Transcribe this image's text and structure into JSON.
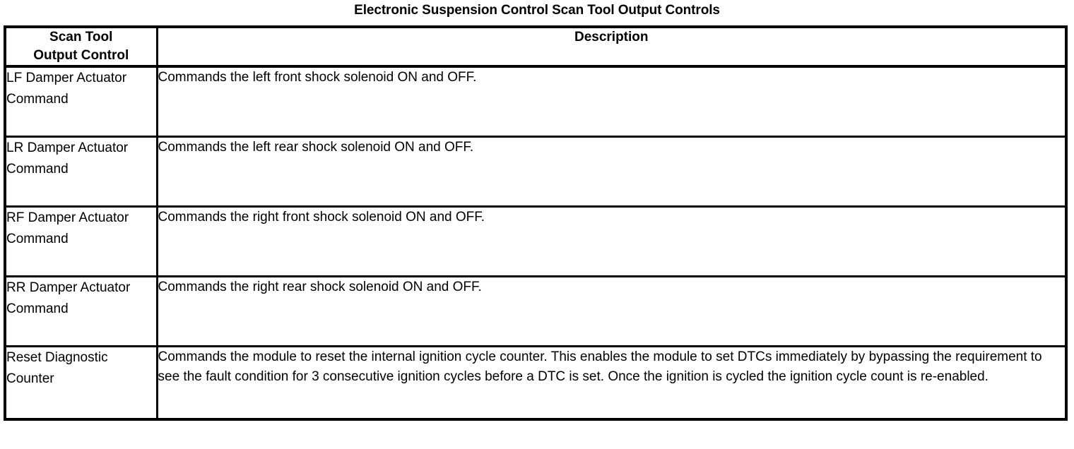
{
  "document": {
    "title": "Electronic Suspension Control Scan Tool Output Controls"
  },
  "table": {
    "headers": {
      "col1_line1": "Scan Tool",
      "col1_line2": "Output Control",
      "col2": "Description"
    },
    "rows": [
      {
        "name": "LF Damper Actuator Command",
        "description": "Commands the left front shock solenoid ON and OFF."
      },
      {
        "name": "LR Damper Actuator Command",
        "description": "Commands the left rear shock solenoid ON and OFF."
      },
      {
        "name": "RF Damper Actuator Command",
        "description": "Commands the right front shock solenoid ON and OFF."
      },
      {
        "name": "RR Damper Actuator Command",
        "description": "Commands the right rear shock solenoid ON and OFF."
      },
      {
        "name": "Reset Diagnostic Counter",
        "description": "Commands the module to reset the internal ignition cycle counter. This enables the module to set DTCs immediately by bypassing the requirement to see the fault condition for 3 consecutive ignition cycles before a DTC is set. Once the ignition is cycled the ignition cycle count is re-enabled."
      }
    ]
  },
  "colors": {
    "text": "#000000",
    "background": "#ffffff",
    "border": "#000000"
  }
}
